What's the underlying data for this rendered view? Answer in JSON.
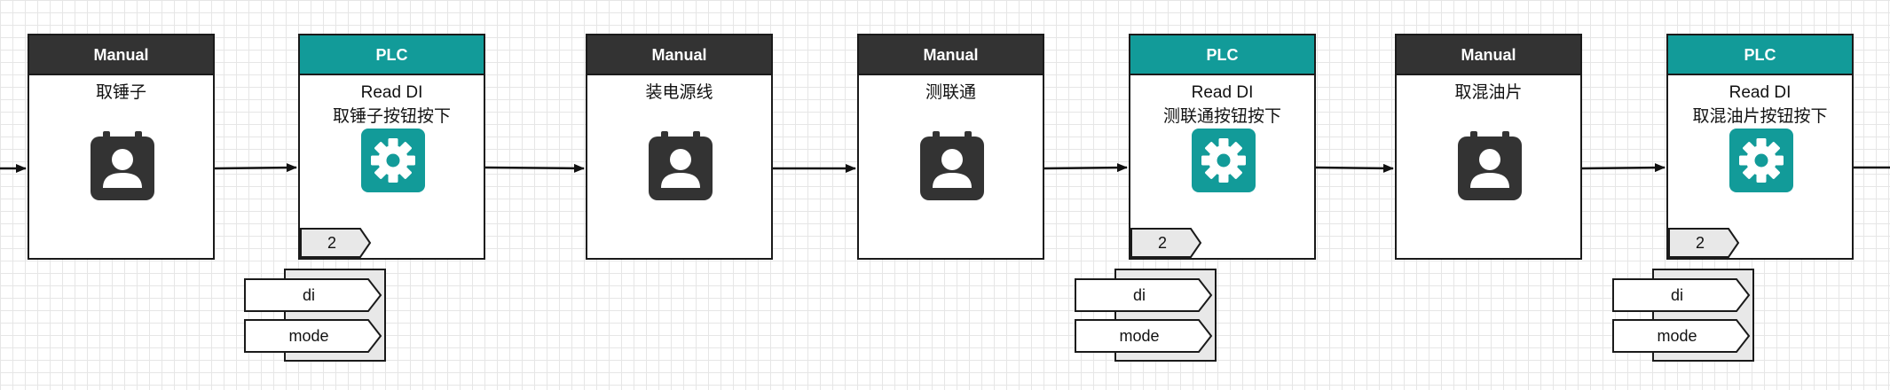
{
  "colors": {
    "manual_header": "#333333",
    "plc_header": "#129b99",
    "grid": "#e6e6e6",
    "stroke": "#1a1a1a",
    "tag_fill": "#e8e8e8"
  },
  "nodes": [
    {
      "type": "manual",
      "header": "Manual",
      "line1": "取锤子",
      "line2": "",
      "icon": "contact-person-icon"
    },
    {
      "type": "plc",
      "header": "PLC",
      "line1": "Read DI",
      "line2": "取锤子按钮按下",
      "icon": "gear-icon",
      "counter": "2",
      "params": [
        "di",
        "mode"
      ]
    },
    {
      "type": "manual",
      "header": "Manual",
      "line1": "装电源线",
      "line2": "",
      "icon": "contact-person-icon"
    },
    {
      "type": "manual",
      "header": "Manual",
      "line1": "测联通",
      "line2": "",
      "icon": "contact-person-icon"
    },
    {
      "type": "plc",
      "header": "PLC",
      "line1": "Read DI",
      "line2": "测联通按钮按下",
      "icon": "gear-icon",
      "counter": "2",
      "params": [
        "di",
        "mode"
      ]
    },
    {
      "type": "manual",
      "header": "Manual",
      "line1": "取混油片",
      "line2": "",
      "icon": "contact-person-icon"
    },
    {
      "type": "plc",
      "header": "PLC",
      "line1": "Read DI",
      "line2": "取混油片按钮按下",
      "icon": "gear-icon",
      "counter": "2",
      "params": [
        "di",
        "mode"
      ]
    }
  ]
}
